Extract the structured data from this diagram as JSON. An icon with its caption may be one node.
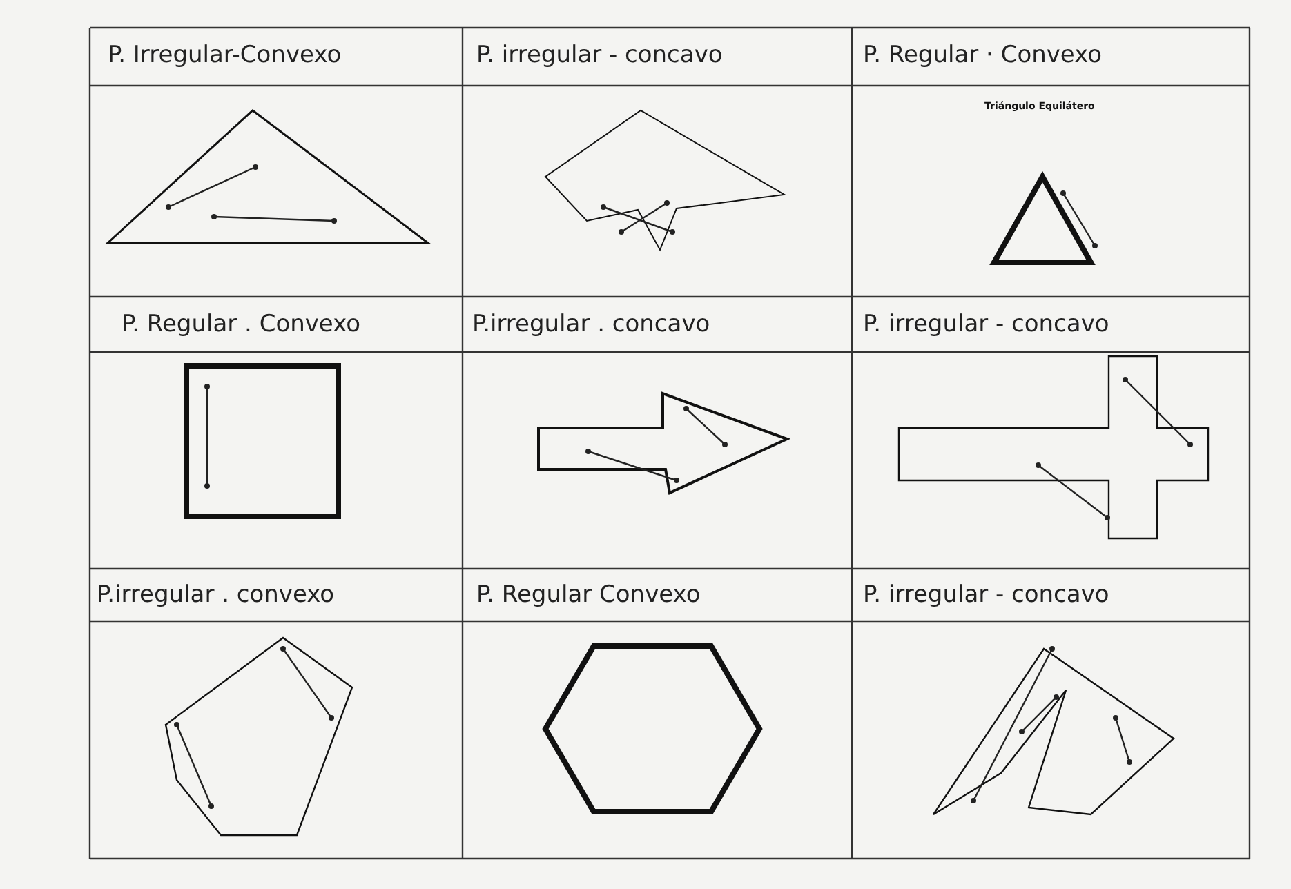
{
  "diagram": {
    "labels": [
      "P. Irregular-Convexo",
      "P. irregular - concavo",
      "P. Regular · Convexo",
      "Triángulo Equilátero",
      "P. Regular . Convexo",
      "P.irregular . concavo",
      "P. irregular - concavo",
      "P.irregular . convexo",
      "P. Regular Convexo",
      "P. irregular - concavo"
    ]
  }
}
